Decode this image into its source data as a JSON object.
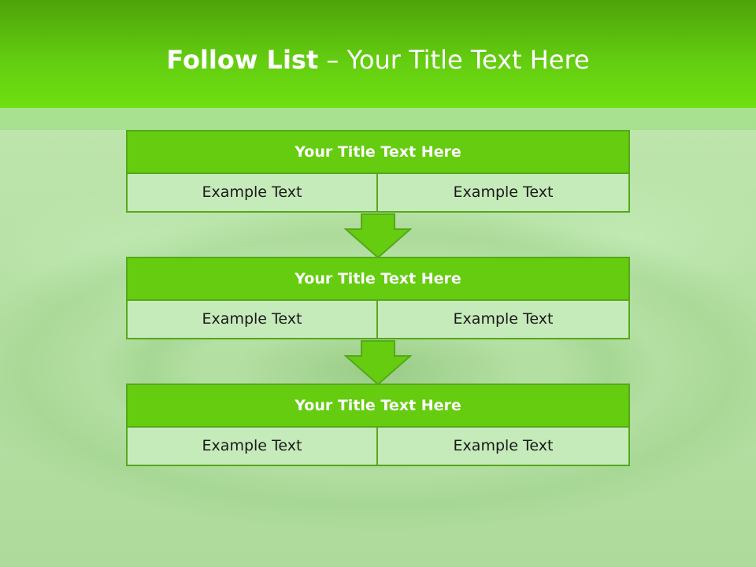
{
  "slide": {
    "title_bold": "Follow List",
    "title_rest": " – Your Title Text Here"
  },
  "blocks": [
    {
      "title": "Your Title Text Here",
      "cells": [
        "Example Text",
        "Example Text"
      ]
    },
    {
      "title": "Your Title Text Here",
      "cells": [
        "Example Text",
        "Example Text"
      ]
    },
    {
      "title": "Your Title Text Here",
      "cells": [
        "Example Text",
        "Example Text"
      ]
    }
  ],
  "colors": {
    "accent": "#65cc10",
    "border": "#55a81a",
    "cell_fill": "#c6ebba"
  },
  "icons": [
    "arrow-down-icon",
    "arrow-down-icon"
  ]
}
